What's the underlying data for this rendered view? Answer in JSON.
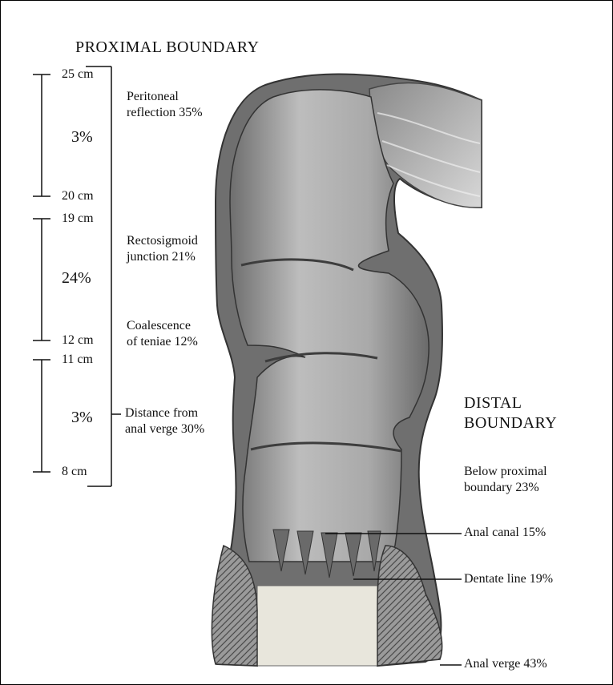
{
  "proximal": {
    "heading": "PROXIMAL BOUNDARY",
    "marks": [
      "25 cm",
      "20 cm",
      "19 cm",
      "12 cm",
      "11 cm",
      "8 cm"
    ],
    "segment_percents": [
      "3%",
      "24%",
      "3%"
    ],
    "criteria": [
      {
        "line1": "Peritoneal",
        "line2": "reflection 35%"
      },
      {
        "line1": "Rectosigmoid",
        "line2": "junction 21%"
      },
      {
        "line1": "Coalescence",
        "line2": "of teniae 12%"
      },
      {
        "line1": "Distance from",
        "line2": "anal verge 30%"
      }
    ]
  },
  "distal": {
    "heading_line1": "DISTAL",
    "heading_line2": "BOUNDARY",
    "criteria": [
      {
        "line1": "Below proximal",
        "line2": "boundary 23%"
      },
      {
        "line1": "Anal canal 15%"
      },
      {
        "line1": "Dentate line 19%"
      },
      {
        "line1": "Anal verge 43%"
      }
    ]
  },
  "colors": {
    "lumen": "#b5b5b5",
    "wall": "#7a7a7a",
    "sphincter": "#8c8c8c",
    "canal": "#e8e6dc"
  }
}
